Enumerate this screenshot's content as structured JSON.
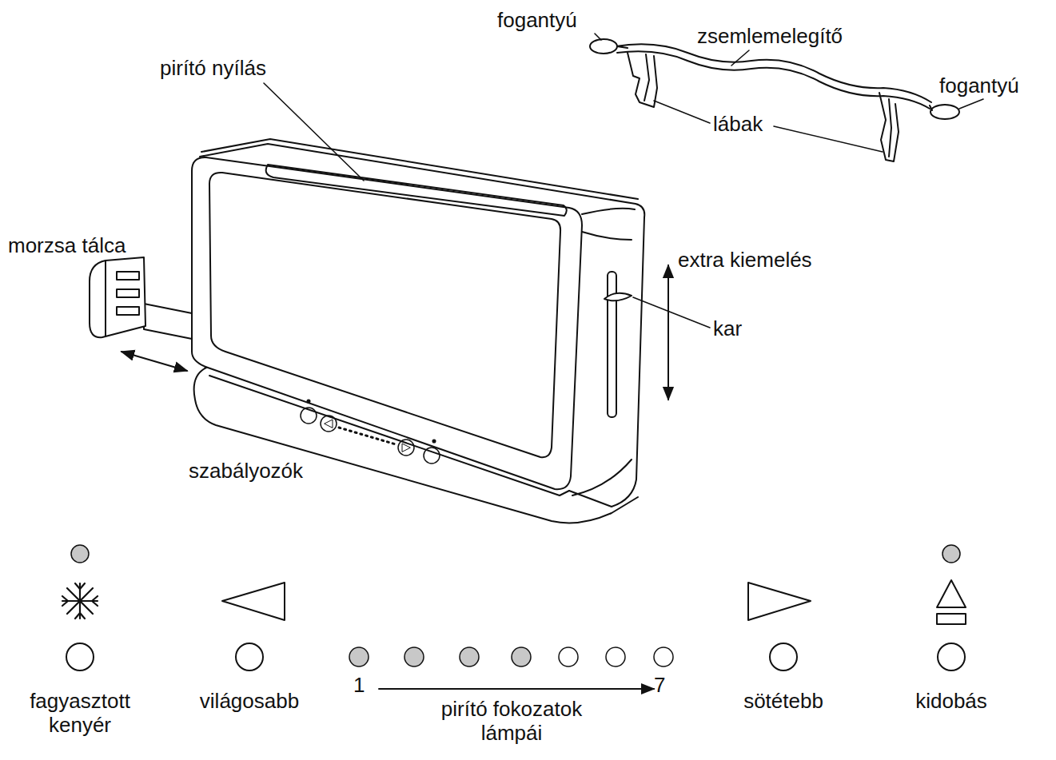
{
  "diagram": {
    "labels": [
      "pirító nyílás",
      "fogantyú",
      "zsemlemelegítő",
      "fogantyú",
      "lábak",
      "morzsa tálca",
      "extra kiemelés",
      "kar",
      "szabályozók",
      "fagyasztott kenyér",
      "világosabb",
      "1",
      "pirító fokozatok lámpái",
      "7",
      "sötétebb",
      "kidobás"
    ]
  }
}
